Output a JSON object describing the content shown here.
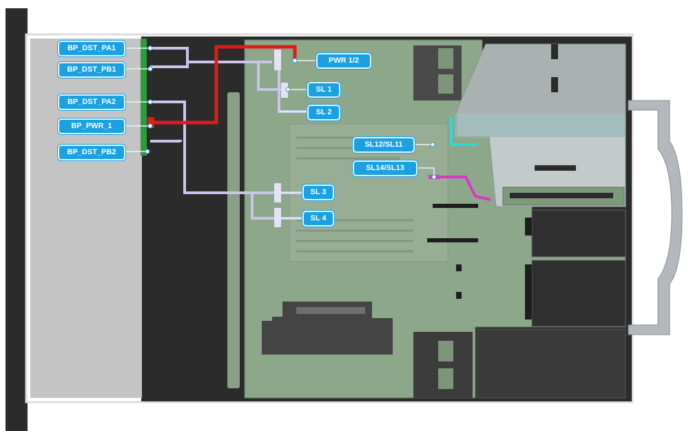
{
  "labels": {
    "bp_dst_pa1": "BP_DST_PA1",
    "bp_dst_pb1": "BP_DST_PB1",
    "bp_dst_pa2": "BP_DST_PA2",
    "bp_pwr_1": "BP_PWR_1",
    "bp_dst_pb2": "BP_DST_PB2",
    "pwr_1_2": "PWR 1/2",
    "sl1": "SL 1",
    "sl2": "SL 2",
    "sl3": "SL 3",
    "sl4": "SL 4",
    "sl12_sl11": "SL12/SL11",
    "sl14_sl13": "SL14/SL13"
  },
  "colors": {
    "chassis_dark": "#2b2b2b",
    "backplane_gray": "#c4c4c4",
    "motherboard_green": "#8ca78a",
    "power_cable": "#e01b1b",
    "signal_cable": "#c9c6ea",
    "slim_cable_cyan": "#35d6d6",
    "slim_cable_magenta": "#d837c9",
    "label_blue": "#1ba1e2"
  }
}
